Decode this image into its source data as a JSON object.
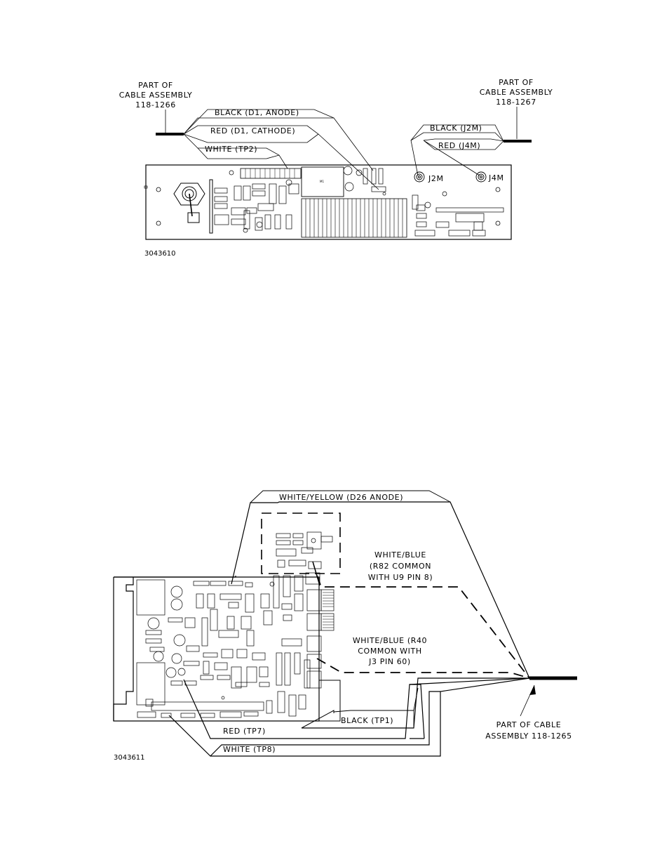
{
  "top_diagram": {
    "left_cable_label": [
      "PART OF",
      "CABLE ASSEMBLY",
      "118-1266"
    ],
    "right_cable_label": [
      "PART OF",
      "CABLE ASSEMBLY",
      "118-1267"
    ],
    "wire_black_d1": "BLACK (D1, ANODE)",
    "wire_red_d1": "RED (D1, CATHODE)",
    "wire_white_tp2": "WHITE (TP2)",
    "wire_black_j2m": "BLACK (J2M)",
    "wire_red_j4m": "RED (J4M)",
    "connector_j2m": "J2M",
    "connector_j4m": "J4M",
    "figure_id": "3043610"
  },
  "bottom_diagram": {
    "wire_white_yellow": "WHITE/YELLOW (D26 ANODE)",
    "wire_white_blue_1": [
      "WHITE/BLUE",
      "(R82 COMMON",
      "WITH U9 PIN 8)"
    ],
    "wire_white_blue_2": [
      "WHITE/BLUE (R40",
      "COMMON WITH",
      "J3 PIN 60)"
    ],
    "wire_black_tp1": "BLACK (TP1)",
    "wire_red_tp7": "RED (TP7)",
    "wire_white_tp8": "WHITE (TP8)",
    "cable_label": [
      "PART OF CABLE",
      "ASSEMBLY 118-1265"
    ],
    "figure_id": "3043611"
  }
}
